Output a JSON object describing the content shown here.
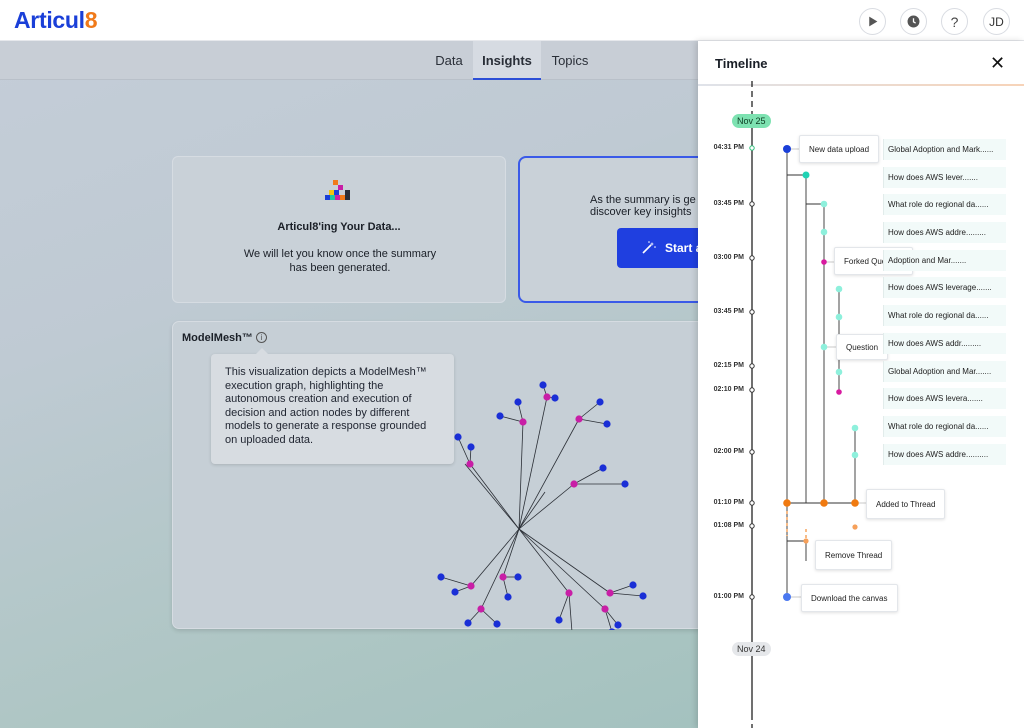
{
  "app": {
    "logo_text": "Articul",
    "logo_suffix": "8",
    "user_initials": "JD",
    "icons": [
      "play-icon",
      "clock-icon",
      "help-icon"
    ]
  },
  "tabs": [
    {
      "label": "Data",
      "active": false
    },
    {
      "label": "Insights",
      "active": true
    },
    {
      "label": "Topics",
      "active": false
    }
  ],
  "loading_card": {
    "title": "Articul8'ing Your Data...",
    "subtitle": "We will let you know once the summary has been generated."
  },
  "summary_card": {
    "line1": "As the summary is ge",
    "line2": "discover key insights",
    "button_label": "Start a"
  },
  "modelmesh": {
    "title": "ModelMesh™",
    "tooltip": "This visualization depicts a ModelMesh™ execution graph, highlighting the autonomous creation and execution of decision and action nodes by different models to generate a response grounded on uploaded data."
  },
  "timeline": {
    "title": "Timeline",
    "date_top": "Nov 25",
    "date_bottom": "Nov 24",
    "times": [
      "04:31 PM",
      "03:45 PM",
      "03:00 PM",
      "03:45 PM",
      "02:15 PM",
      "02:10 PM",
      "02:00 PM",
      "01:10 PM",
      "01:08 PM",
      "01:00 PM"
    ],
    "events": {
      "upload": "New data upload",
      "forked": "Forked Question",
      "question": "Question",
      "added": "Added to Thread",
      "removed": "Remove Thread",
      "download": "Download the canvas"
    },
    "questions": [
      "Global Adoption and Mark......",
      "How does AWS lever.......",
      "What role do regional da......",
      "How does AWS addre.........",
      "Adoption and Mar.......",
      "How does AWS leverage.......",
      "What role do regional da......",
      "How does AWS addr.........",
      "Global Adoption and Mar.......",
      "How does AWS levera.......",
      "What role do regional da......",
      "How does AWS addre.........."
    ]
  },
  "colors": {
    "brand_blue": "#1a3fd8",
    "brand_orange": "#f07a1a",
    "node_blue": "#1a2fd6",
    "node_magenta": "#c81ea6",
    "teal": "#20d3b4",
    "orange": "#f07a10"
  }
}
